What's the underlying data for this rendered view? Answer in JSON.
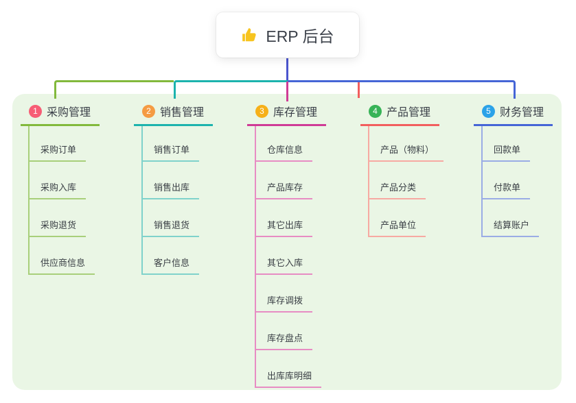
{
  "root": {
    "title": "ERP 后台",
    "icon": "thumbs-up-icon",
    "icon_color": "#f7c41f",
    "line_color": "#4b55ce"
  },
  "branches": [
    {
      "index": "1",
      "title": "采购管理",
      "badge_color": "#f75d75",
      "line_color": "#82b93c",
      "child_line_color": "#a8cf7a",
      "children": [
        "采购订单",
        "采购入库",
        "采购退货",
        "供应商信息"
      ]
    },
    {
      "index": "2",
      "title": "销售管理",
      "badge_color": "#f59b43",
      "line_color": "#1cb3ad",
      "child_line_color": "#7fd2cb",
      "children": [
        "销售订单",
        "销售出库",
        "销售退货",
        "客户信息"
      ]
    },
    {
      "index": "3",
      "title": "库存管理",
      "badge_color": "#f6b019",
      "line_color": "#cf3b96",
      "child_line_color": "#e78cc3",
      "children": [
        "仓库信息",
        "产品库存",
        "其它出库",
        "其它入库",
        "库存调拨",
        "库存盘点",
        "出库库明细"
      ]
    },
    {
      "index": "4",
      "title": "产品管理",
      "badge_color": "#37b357",
      "line_color": "#f25e5e",
      "child_line_color": "#f7a9a2",
      "children": [
        "产品（物料）",
        "产品分类",
        "产品单位"
      ]
    },
    {
      "index": "5",
      "title": "财务管理",
      "badge_color": "#2ba2e8",
      "line_color": "#4565d6",
      "child_line_color": "#9aace5",
      "children": [
        "回款单",
        "付款单",
        "结算账户"
      ]
    }
  ]
}
